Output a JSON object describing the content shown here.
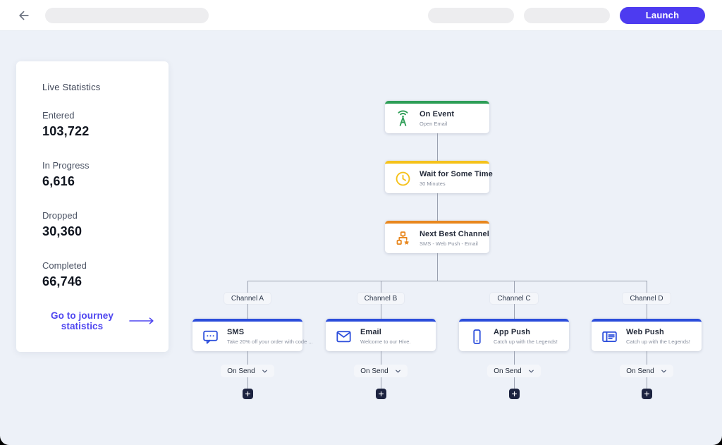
{
  "topbar": {
    "back_icon": "arrow-left-icon",
    "launch_label": "Launch"
  },
  "sidebar": {
    "title": "Live Statistics",
    "stats": [
      {
        "label": "Entered",
        "value": "103,722"
      },
      {
        "label": "In Progress",
        "value": "6,616"
      },
      {
        "label": "Dropped",
        "value": "30,360"
      },
      {
        "label": "Completed",
        "value": "66,746"
      }
    ],
    "link_label": "Go to journey statistics",
    "link_arrow_icon": "arrow-right-icon"
  },
  "flow": {
    "main_nodes": [
      {
        "title": "On Event",
        "subtitle": "Open Email",
        "icon": "broadcast-icon",
        "accent": "#2E9E57"
      },
      {
        "title": "Wait for Some Time",
        "subtitle": "30 Minutes",
        "icon": "clock-icon",
        "accent": "#F5C21B"
      },
      {
        "title": "Next Best Channel",
        "subtitle": "SMS - Web Push - Email",
        "icon": "sitemap-star-icon",
        "accent": "#E8871E"
      }
    ],
    "branches": [
      {
        "channel_label": "Channel A",
        "title": "SMS",
        "subtitle": "Take 20% off your order with code ...",
        "icon": "chat-bubble-icon",
        "trigger_label": "On Send"
      },
      {
        "channel_label": "Channel B",
        "title": "Email",
        "subtitle": "Welcome to our Hive.",
        "icon": "envelope-icon",
        "trigger_label": "On Send"
      },
      {
        "channel_label": "Channel C",
        "title": "App Push",
        "subtitle": "Catch up with the Legends!",
        "icon": "smartphone-icon",
        "trigger_label": "On Send"
      },
      {
        "channel_label": "Channel D",
        "title": "Web Push",
        "subtitle": "Catch up with the Legends!",
        "icon": "browser-window-icon",
        "trigger_label": "On Send"
      }
    ],
    "dropdown_icon": "chevron-down-icon",
    "add_icon": "plus-icon"
  },
  "colors": {
    "accent_button": "#4D3BF0",
    "link": "#4F46F0",
    "channel_accent": "#2B4DDB",
    "canvas_bg": "#EDF1F8",
    "connector": "#9AA1B0",
    "plus_bg": "#1C2340"
  }
}
